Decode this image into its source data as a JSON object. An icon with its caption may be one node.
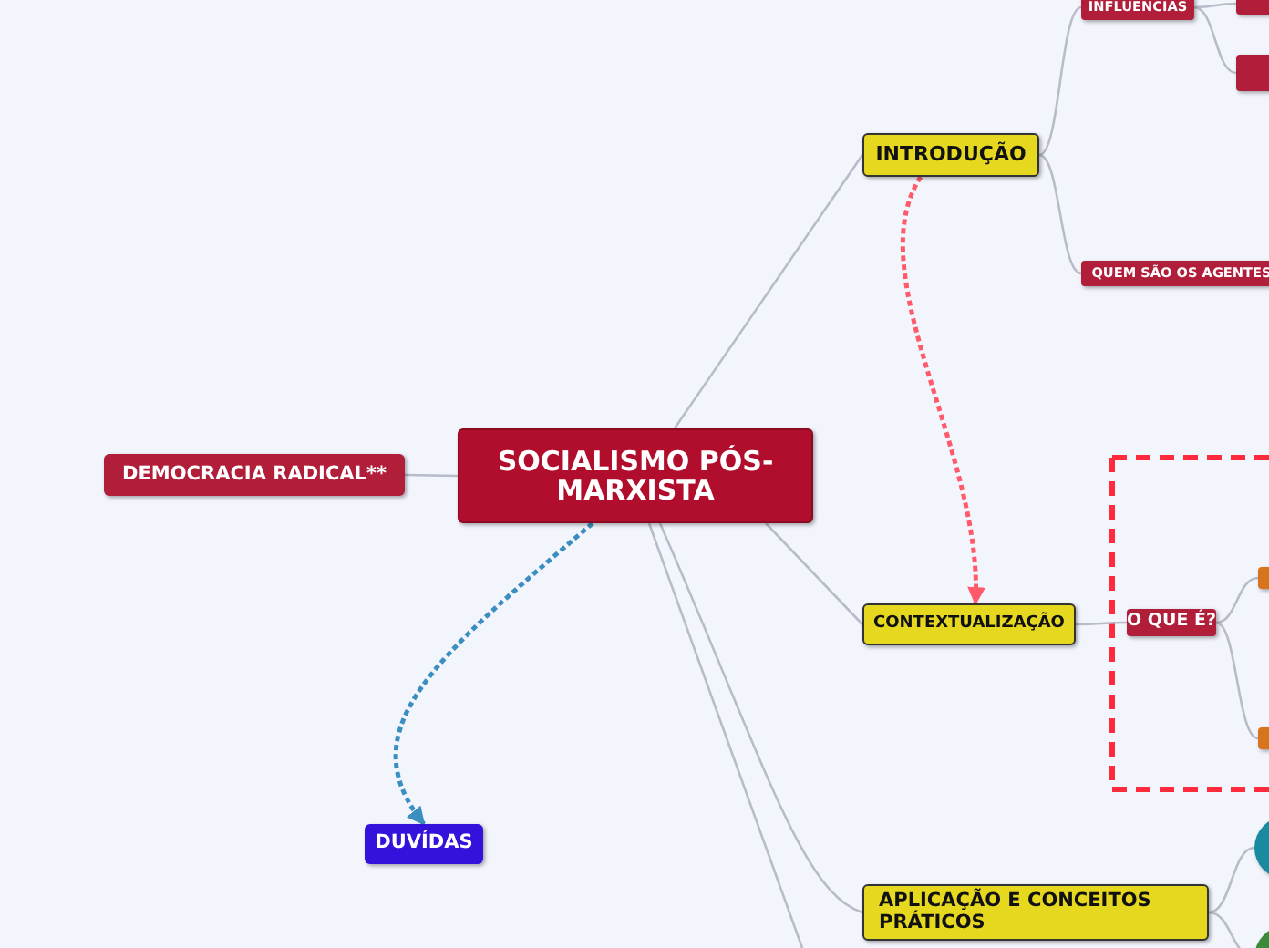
{
  "diagram": {
    "nodes": [
      {
        "text": [
          "SOCIALISMO PÓS-MARXISTA"
        ]
      },
      {
        "text": [
          "INTRODUÇÃO"
        ]
      },
      {
        "text": [
          "INFLUENCIAS"
        ]
      },
      {
        "text": [],
        "shape": "box"
      },
      {
        "text": [],
        "shape": "box"
      },
      {
        "text": [
          "QUEM SÃO OS AGENTES"
        ]
      },
      {
        "text": [
          "CONTEXTUALIZAÇÃO"
        ]
      },
      {
        "text": [
          "O QUE É?"
        ]
      },
      {
        "text": [],
        "shape": "box"
      },
      {
        "text": [],
        "shape": "box"
      },
      {
        "text": [
          "DEMOCRACIA RADICAL**"
        ]
      },
      {
        "text": [
          "DUVÍDAS"
        ]
      },
      {
        "text": [
          "APLICAÇÃO E CONCEITOS PRÁTICOS"
        ]
      },
      {
        "text": [],
        "shape": "circle"
      },
      {
        "text": [],
        "shape": "circle"
      }
    ],
    "edges": [
      {
        "from": 0,
        "to": 1,
        "arrow": "none"
      },
      {
        "from": 1,
        "to": 2,
        "arrow": "none"
      },
      {
        "from": 2,
        "to": 3,
        "arrow": "none"
      },
      {
        "from": 2,
        "to": 4,
        "arrow": "none"
      },
      {
        "from": 1,
        "to": 5,
        "arrow": "none"
      },
      {
        "from": 0,
        "to": 6,
        "arrow": "none"
      },
      {
        "from": 6,
        "to": 7,
        "arrow": "none"
      },
      {
        "from": 7,
        "to": 8,
        "arrow": "none"
      },
      {
        "from": 7,
        "to": 9,
        "arrow": "none"
      },
      {
        "from": 0,
        "to": 10,
        "arrow": "none"
      },
      {
        "from": 0,
        "to": 11,
        "arrow": "to",
        "style": "dashed",
        "color": "#3a8ec0"
      },
      {
        "from": 1,
        "to": 6,
        "arrow": "to",
        "style": "dashed",
        "color": "#ff5a6a"
      },
      {
        "from": 0,
        "to": 12,
        "arrow": "none"
      },
      {
        "from": 12,
        "to": 13,
        "arrow": "none"
      },
      {
        "from": 12,
        "to": 14,
        "arrow": "none"
      },
      {
        "from": 0,
        "to": null,
        "arrow": "none"
      }
    ]
  }
}
